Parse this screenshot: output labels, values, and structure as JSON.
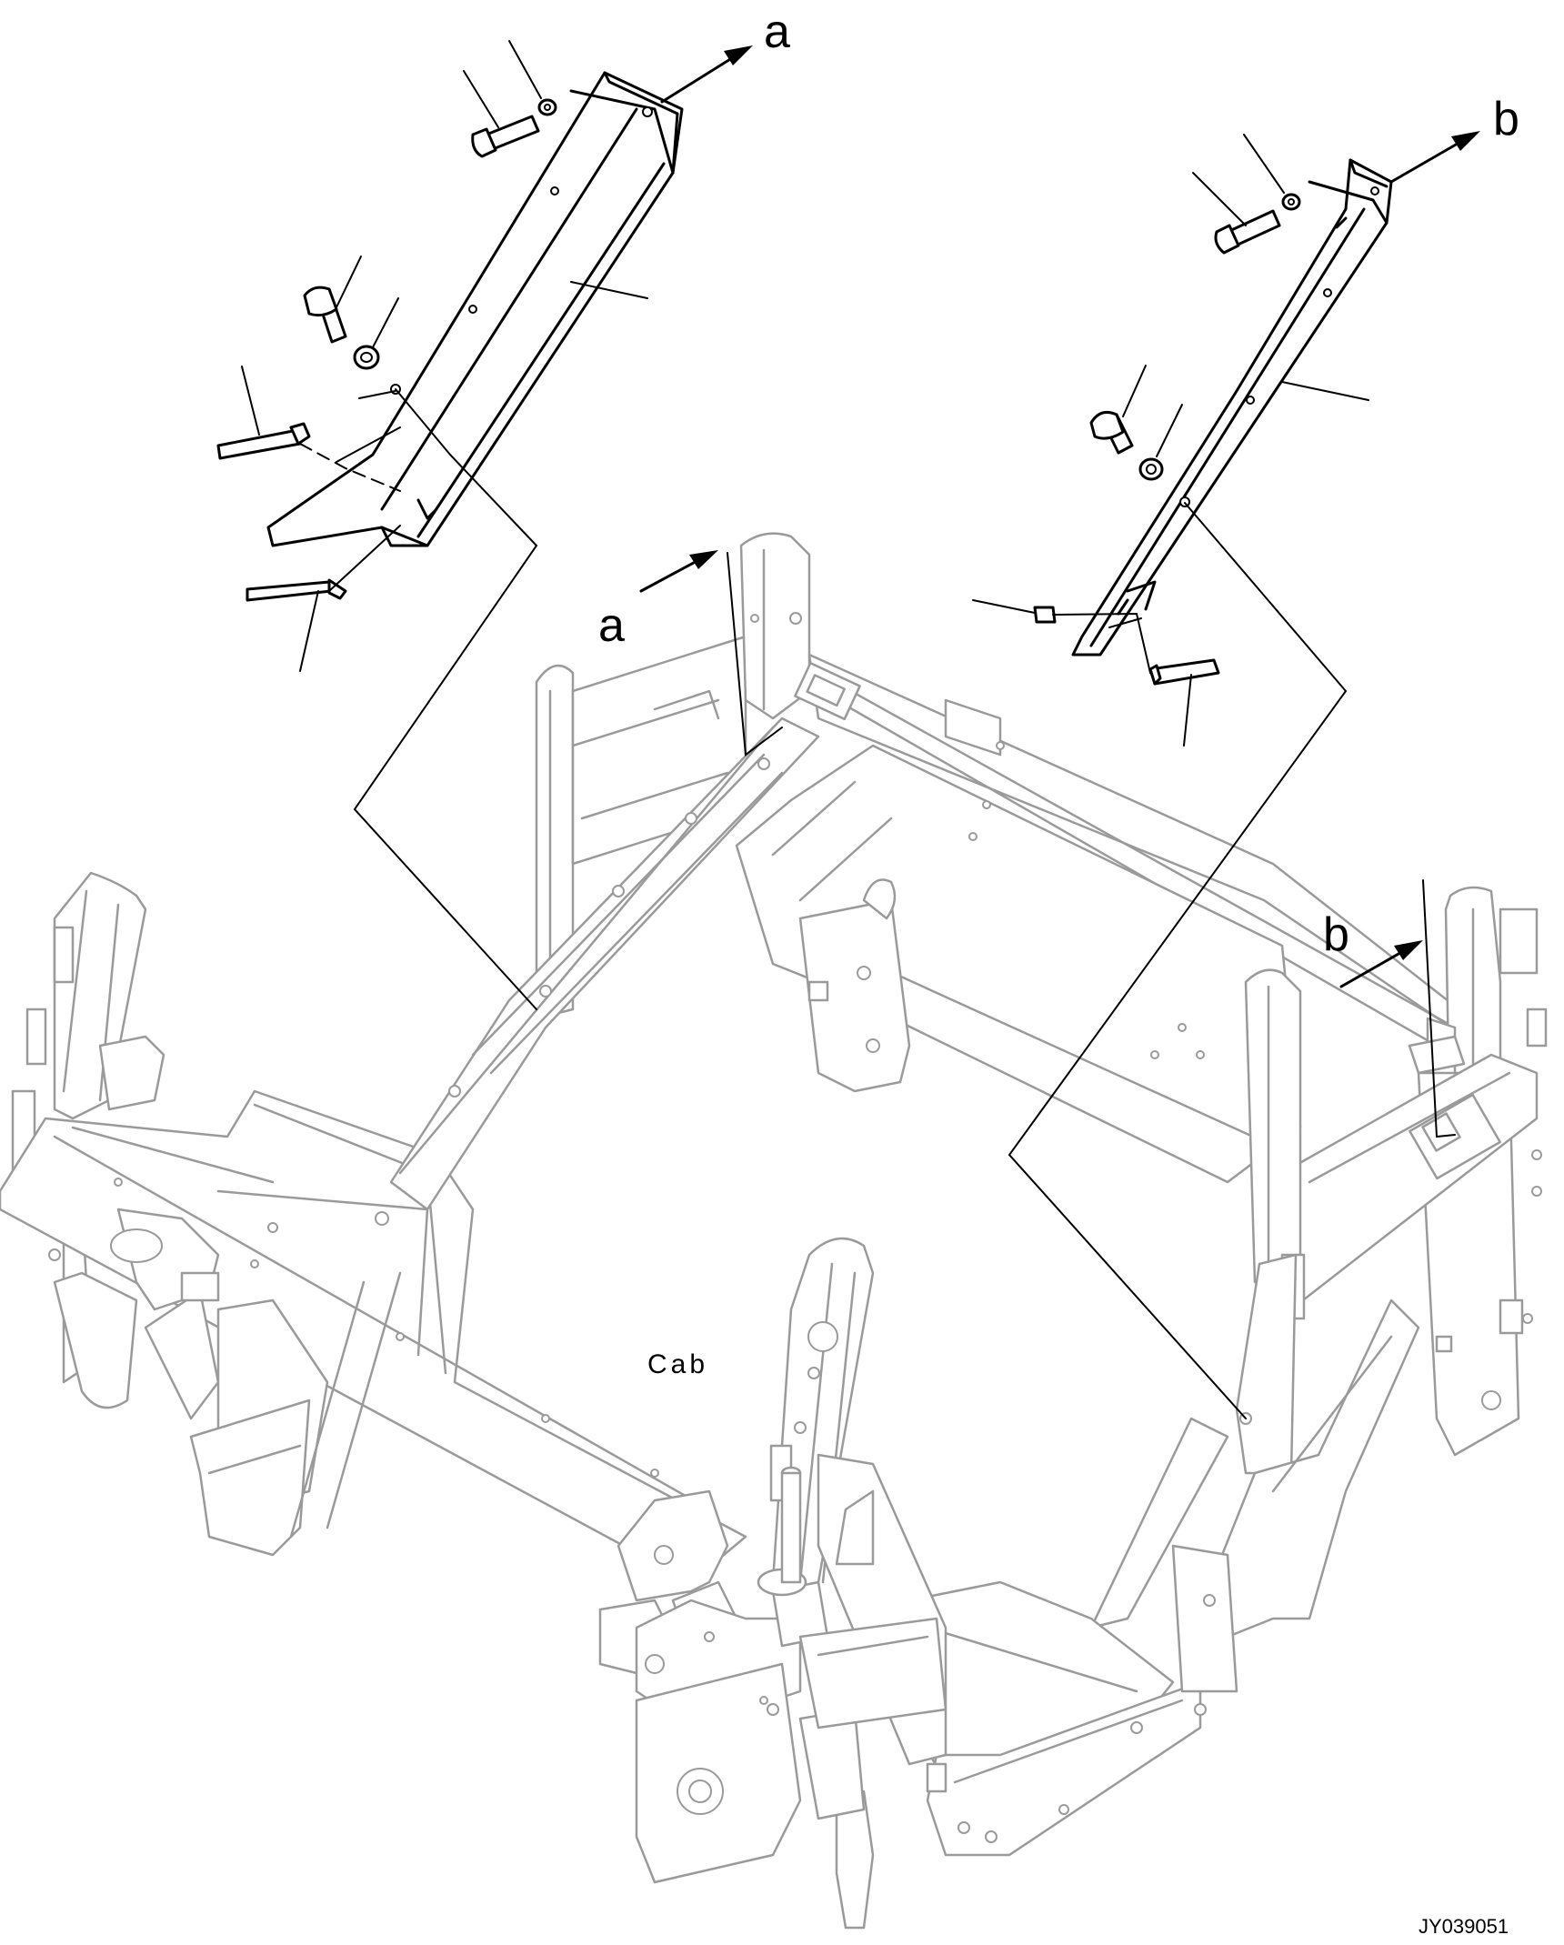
{
  "labels": {
    "ref_a_top": "a",
    "ref_b_top": "b",
    "ref_a_frame": "a",
    "ref_b_frame": "b",
    "cab": "Cab",
    "drawing_id": "JY039051"
  }
}
